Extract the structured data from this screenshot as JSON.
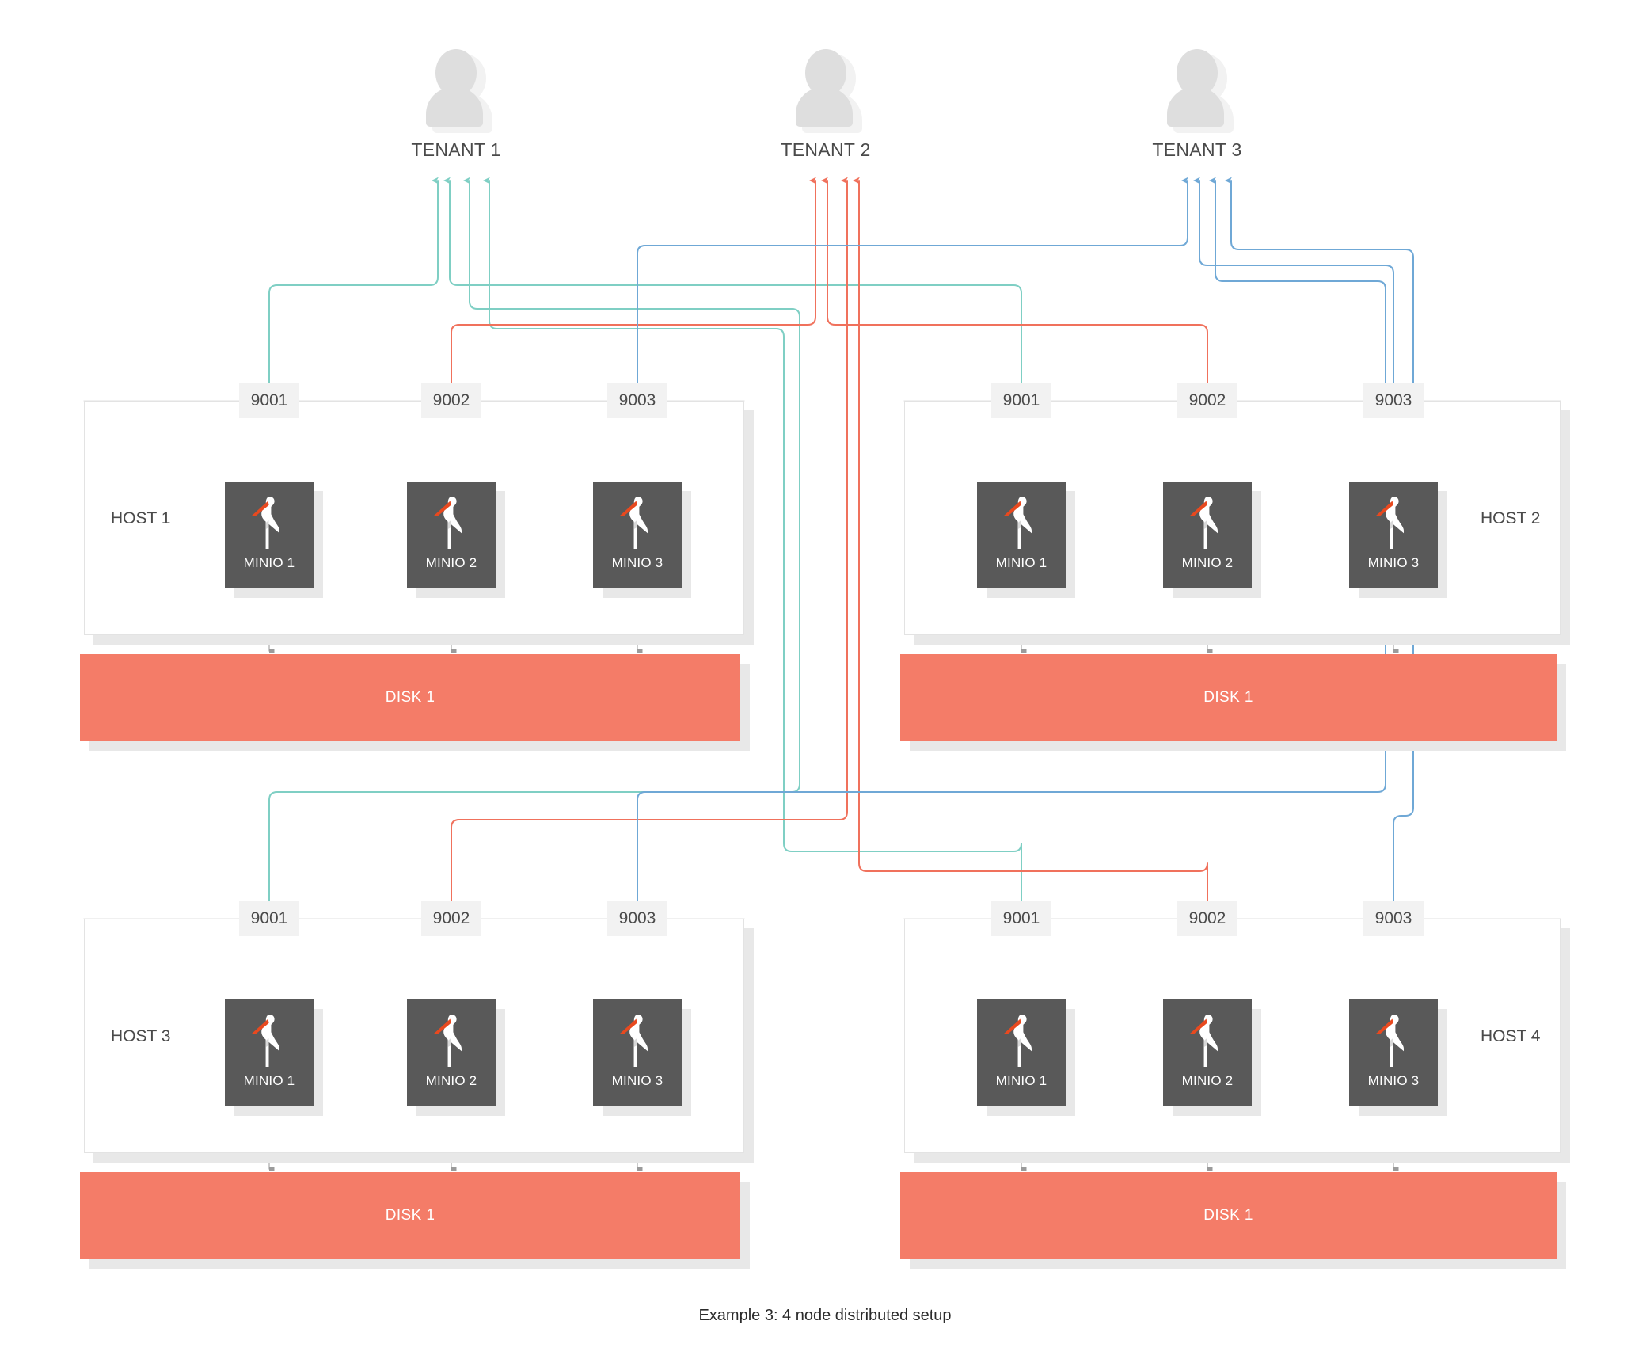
{
  "caption": "Example 3: 4 node distributed setup",
  "colors": {
    "tenant1": "#7FCFC4",
    "tenant2": "#F0715C",
    "tenant3": "#6FA8D6",
    "disk": "#f47c68",
    "node": "#595959",
    "port_chip": "#f2f2f2",
    "beak": "#E8491F",
    "text": "#4a4a4a"
  },
  "tenants": [
    {
      "label": "TENANT 1",
      "icon": "user-icon",
      "color": "#7FCFC4",
      "port": "9001"
    },
    {
      "label": "TENANT 2",
      "icon": "user-icon",
      "color": "#F0715C",
      "port": "9002"
    },
    {
      "label": "TENANT 3",
      "icon": "user-icon",
      "color": "#6FA8D6",
      "port": "9003"
    }
  ],
  "hosts": [
    {
      "label": "HOST 1",
      "disk": "DISK 1",
      "nodes": [
        {
          "port": "9001",
          "label": "MINIO 1",
          "logo": "minio-stork-icon",
          "tenant": "TENANT 1"
        },
        {
          "port": "9002",
          "label": "MINIO 2",
          "logo": "minio-stork-icon",
          "tenant": "TENANT 2"
        },
        {
          "port": "9003",
          "label": "MINIO 3",
          "logo": "minio-stork-icon",
          "tenant": "TENANT 3"
        }
      ]
    },
    {
      "label": "HOST 2",
      "disk": "DISK 1",
      "nodes": [
        {
          "port": "9001",
          "label": "MINIO 1",
          "logo": "minio-stork-icon",
          "tenant": "TENANT 1"
        },
        {
          "port": "9002",
          "label": "MINIO 2",
          "logo": "minio-stork-icon",
          "tenant": "TENANT 2"
        },
        {
          "port": "9003",
          "label": "MINIO 3",
          "logo": "minio-stork-icon",
          "tenant": "TENANT 3"
        }
      ]
    },
    {
      "label": "HOST 3",
      "disk": "DISK 1",
      "nodes": [
        {
          "port": "9001",
          "label": "MINIO 1",
          "logo": "minio-stork-icon",
          "tenant": "TENANT 1"
        },
        {
          "port": "9002",
          "label": "MINIO 2",
          "logo": "minio-stork-icon",
          "tenant": "TENANT 2"
        },
        {
          "port": "9003",
          "label": "MINIO 3",
          "logo": "minio-stork-icon",
          "tenant": "TENANT 3"
        }
      ]
    },
    {
      "label": "HOST 4",
      "disk": "DISK 1",
      "nodes": [
        {
          "port": "9001",
          "label": "MINIO 1",
          "logo": "minio-stork-icon",
          "tenant": "TENANT 1"
        },
        {
          "port": "9002",
          "label": "MINIO 2",
          "logo": "minio-stork-icon",
          "tenant": "TENANT 2"
        },
        {
          "port": "9003",
          "label": "MINIO 3",
          "logo": "minio-stork-icon",
          "tenant": "TENANT 3"
        }
      ]
    }
  ]
}
